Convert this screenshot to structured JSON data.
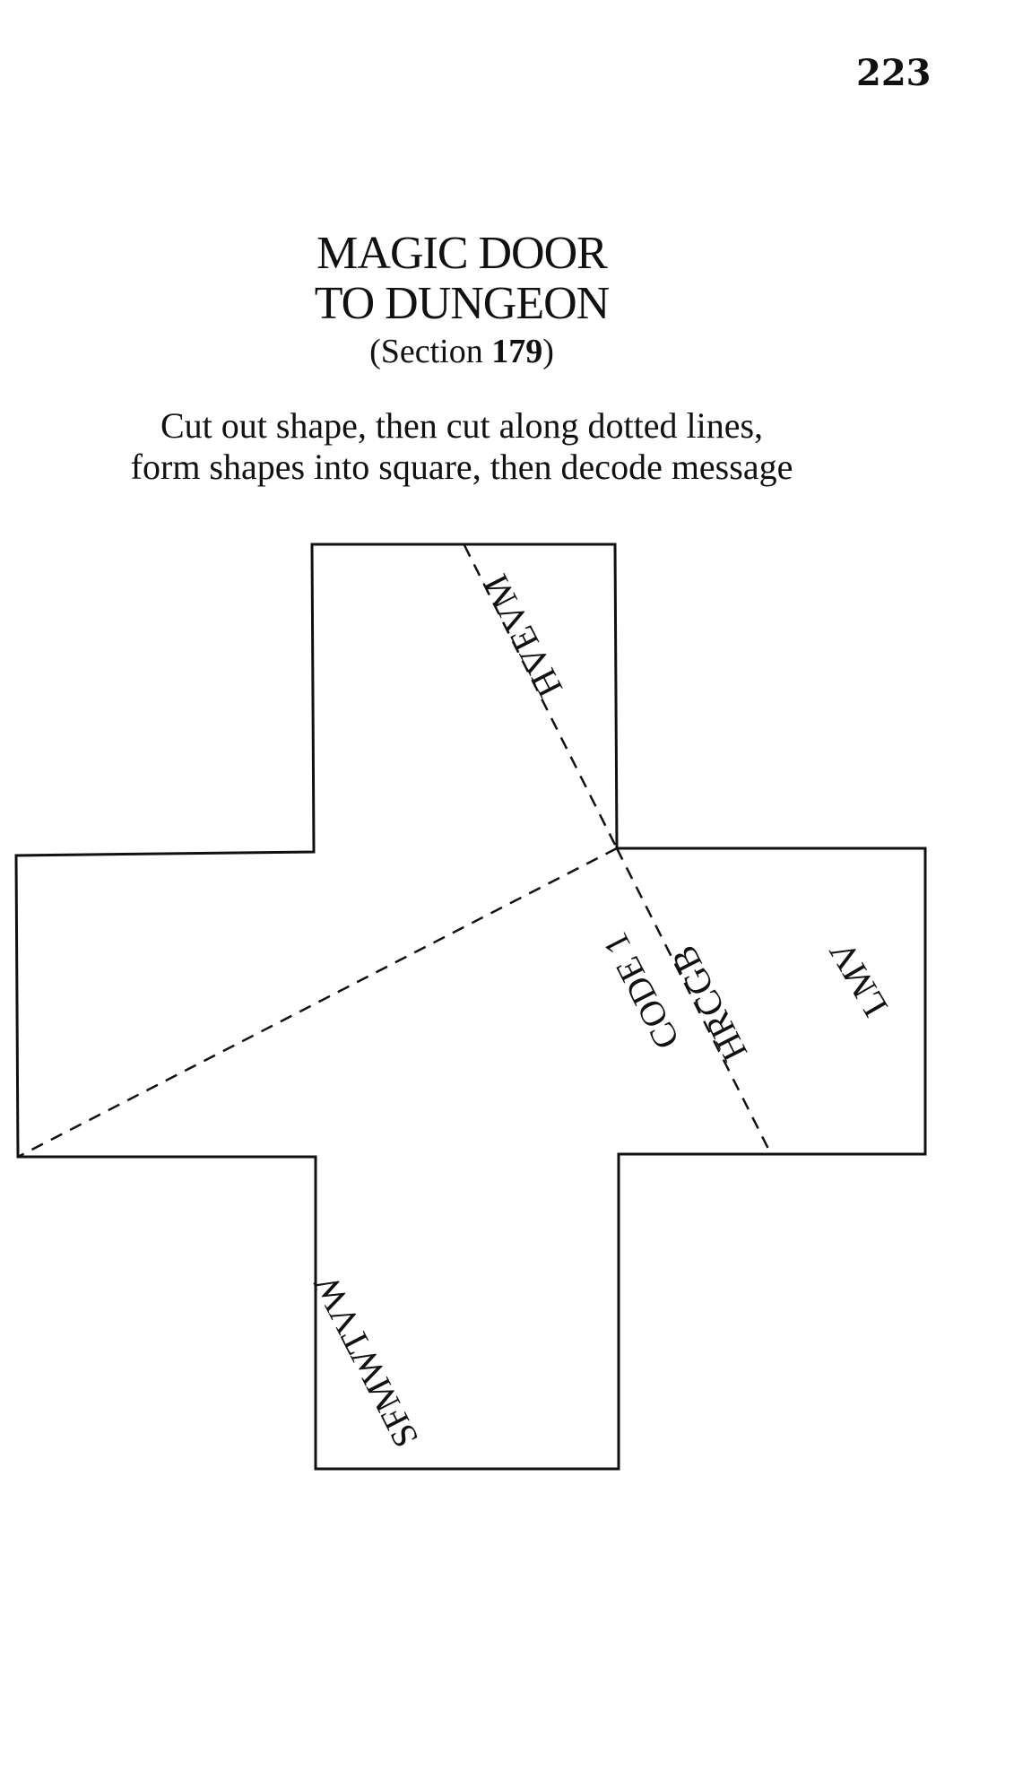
{
  "page": {
    "number": "223"
  },
  "heading": {
    "line1": "MAGIC DOOR",
    "line2": "TO DUNGEON",
    "section_prefix": "(Section ",
    "section_number": "179",
    "section_suffix": ")"
  },
  "instructions": {
    "line1": "Cut out shape, then cut along dotted lines,",
    "line2": "form shapes into square, then decode message"
  },
  "puzzle": {
    "label_top": "HVEVM",
    "label_right_inner": "HRCGB",
    "label_right_outer": "LMV",
    "label_code": "CODE 1",
    "label_bottom": "SFMWTVW"
  }
}
